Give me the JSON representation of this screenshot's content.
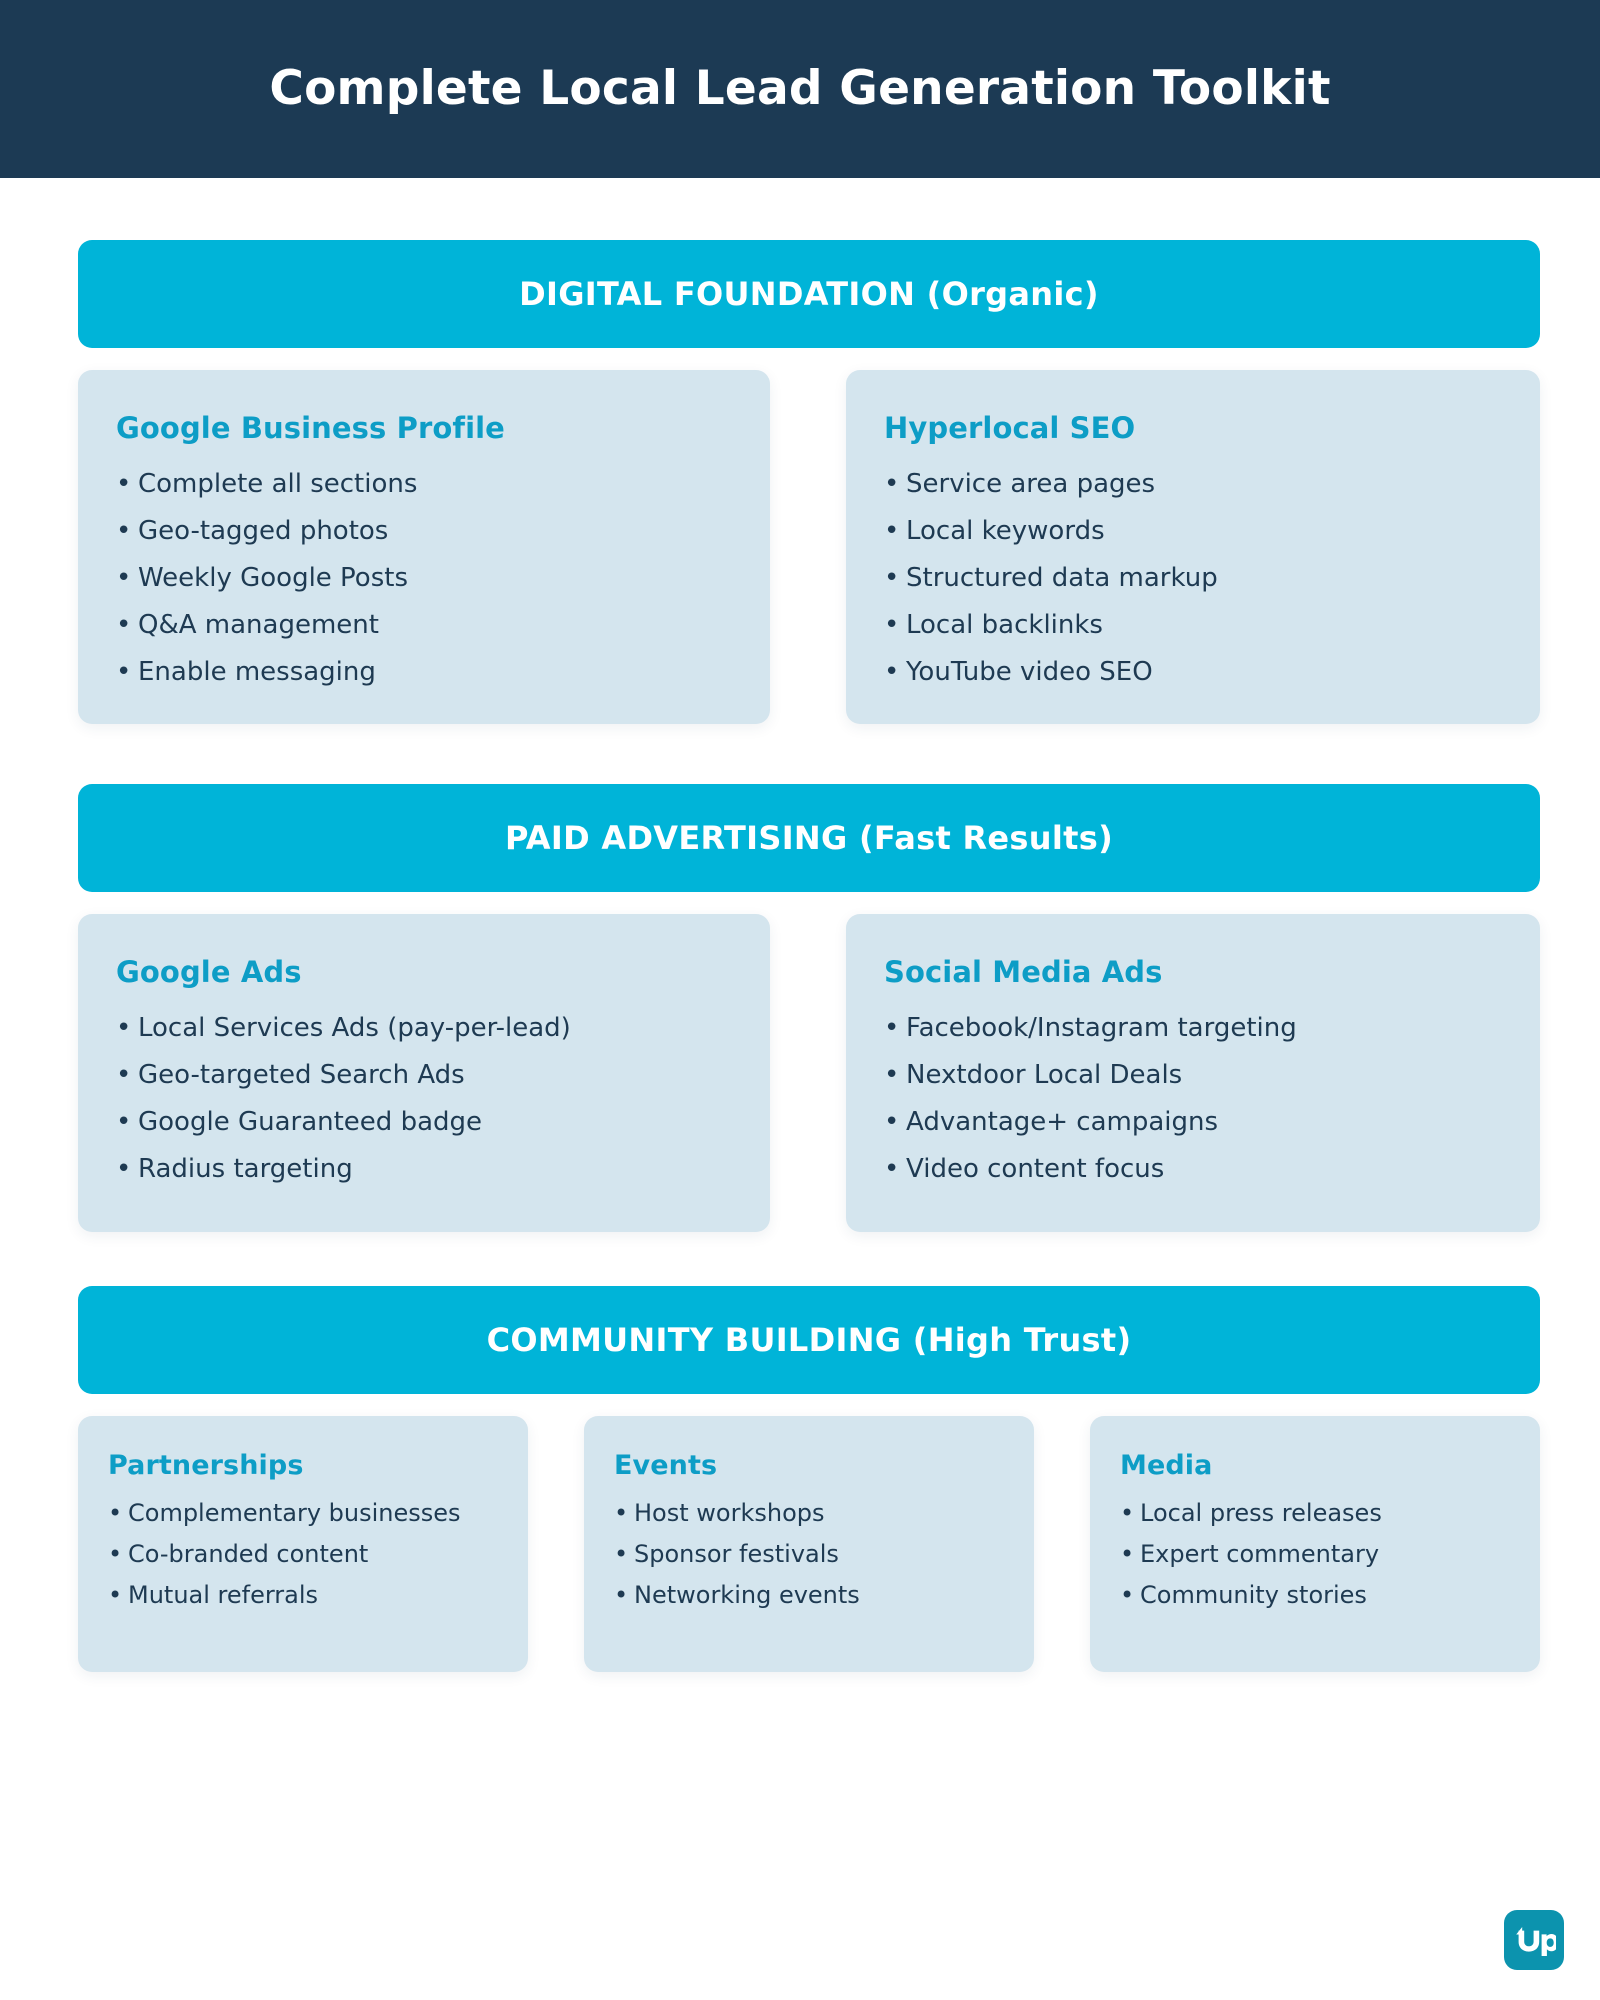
{
  "header": {
    "title": "Complete Local Lead Generation Toolkit",
    "background_color": "#1c3a54",
    "text_color": "#ffffff"
  },
  "theme": {
    "accent_cyan": "#00b4d8",
    "card_background": "#d4e5ee",
    "card_title_color": "#0d9dc6",
    "body_text_color": "#1e3a52",
    "page_background": "#ffffff",
    "logo_color": "#0c93ae"
  },
  "sections": [
    {
      "banner_label": "DIGITAL FOUNDATION (Organic)",
      "cards": [
        {
          "title": "Google Business Profile",
          "items": [
            "Complete all sections",
            "Geo-tagged photos",
            "Weekly Google Posts",
            "Q&A management",
            "Enable messaging"
          ]
        },
        {
          "title": "Hyperlocal SEO",
          "items": [
            "Service area pages",
            "Local keywords",
            "Structured data markup",
            "Local backlinks",
            "YouTube video SEO"
          ]
        }
      ]
    },
    {
      "banner_label": "PAID ADVERTISING (Fast Results)",
      "cards": [
        {
          "title": "Google Ads",
          "items": [
            "Local Services Ads (pay-per-lead)",
            "Geo-targeted Search Ads",
            "Google Guaranteed badge",
            "Radius targeting"
          ]
        },
        {
          "title": "Social Media Ads",
          "items": [
            "Facebook/Instagram targeting",
            "Nextdoor Local Deals",
            "Advantage+ campaigns",
            "Video content focus"
          ]
        }
      ]
    },
    {
      "banner_label": "COMMUNITY BUILDING (High Trust)",
      "cards": [
        {
          "title": "Partnerships",
          "items": [
            "Complementary businesses",
            "Co-branded content",
            "Mutual referrals"
          ]
        },
        {
          "title": "Events",
          "items": [
            "Host workshops",
            "Sponsor festivals",
            "Networking events"
          ]
        },
        {
          "title": "Media",
          "items": [
            "Local press releases",
            "Expert commentary",
            "Community stories"
          ]
        }
      ]
    }
  ],
  "logo": {
    "name": "up-logo",
    "text": "Up"
  }
}
